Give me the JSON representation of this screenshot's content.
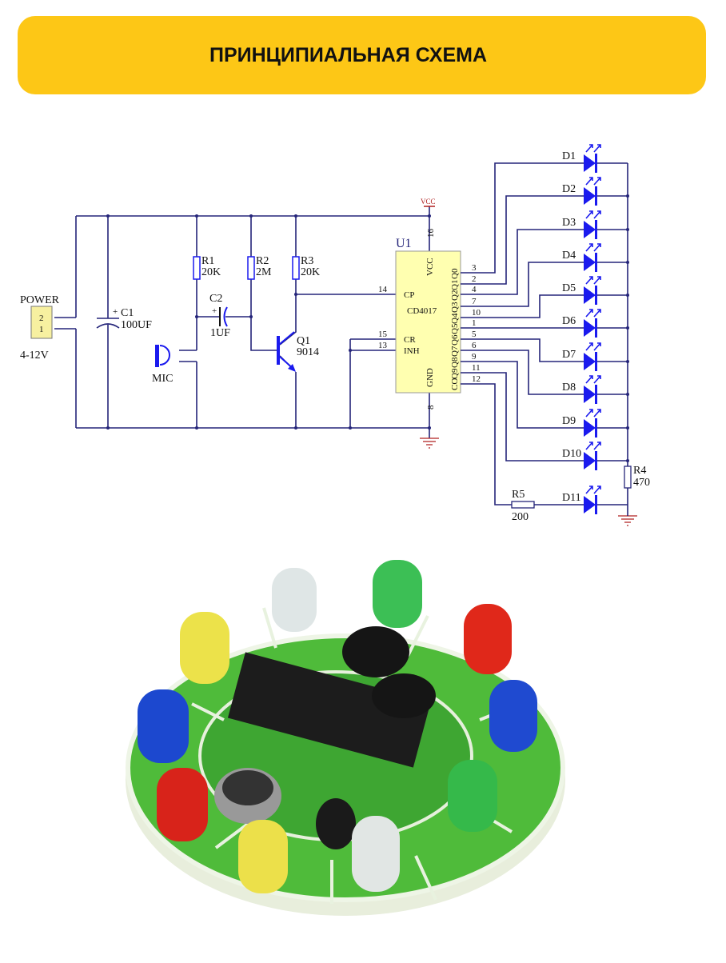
{
  "header": {
    "title": "ПРИНЦИПИАЛЬНАЯ СХЕМА"
  },
  "schematic": {
    "power": {
      "label": "POWER",
      "pin2": "2",
      "pin1": "1",
      "voltage": "4-12V"
    },
    "c1": {
      "name": "C1",
      "value": "100UF",
      "polarity": "+"
    },
    "c2": {
      "name": "C2",
      "value": "1UF",
      "polarity": "+"
    },
    "r1": {
      "name": "R1",
      "value": "20K"
    },
    "r2": {
      "name": "R2",
      "value": "2M"
    },
    "r3": {
      "name": "R3",
      "value": "20K"
    },
    "r4": {
      "name": "R4",
      "value": "470"
    },
    "r5": {
      "name": "R5",
      "value": "200"
    },
    "mic": {
      "name": "MIC"
    },
    "q1": {
      "name": "Q1",
      "value": "9014"
    },
    "vcc": "VCC",
    "u1": {
      "name": "U1",
      "chip": "CD4017",
      "vcc": "VCC",
      "gnd": "GND",
      "cp": "CP",
      "cr": "CR",
      "inh": "INH",
      "pin_vcc": "16",
      "pin_gnd": "8",
      "pin_cp": "14",
      "pin_cr": "15",
      "pin_inh": "13",
      "outputs": [
        {
          "label": "Q0",
          "pin": "3"
        },
        {
          "label": "Q1",
          "pin": "2"
        },
        {
          "label": "Q2",
          "pin": "4"
        },
        {
          "label": "Q3",
          "pin": "7"
        },
        {
          "label": "Q4",
          "pin": "10"
        },
        {
          "label": "Q5",
          "pin": "1"
        },
        {
          "label": "Q6",
          "pin": "5"
        },
        {
          "label": "Q7",
          "pin": "6"
        },
        {
          "label": "Q8",
          "pin": "9"
        },
        {
          "label": "Q9",
          "pin": "11"
        },
        {
          "label": "CO",
          "pin": "12"
        }
      ]
    },
    "leds": [
      "D1",
      "D2",
      "D3",
      "D4",
      "D5",
      "D6",
      "D7",
      "D8",
      "D9",
      "D10",
      "D11"
    ],
    "colors": {
      "wire": "#25257a",
      "led": "#1a1aee",
      "ic_fill": "#FFFFB0",
      "connector_fill": "#F7F0A0",
      "vcc": "#b02020",
      "header": "#FDC716"
    }
  }
}
